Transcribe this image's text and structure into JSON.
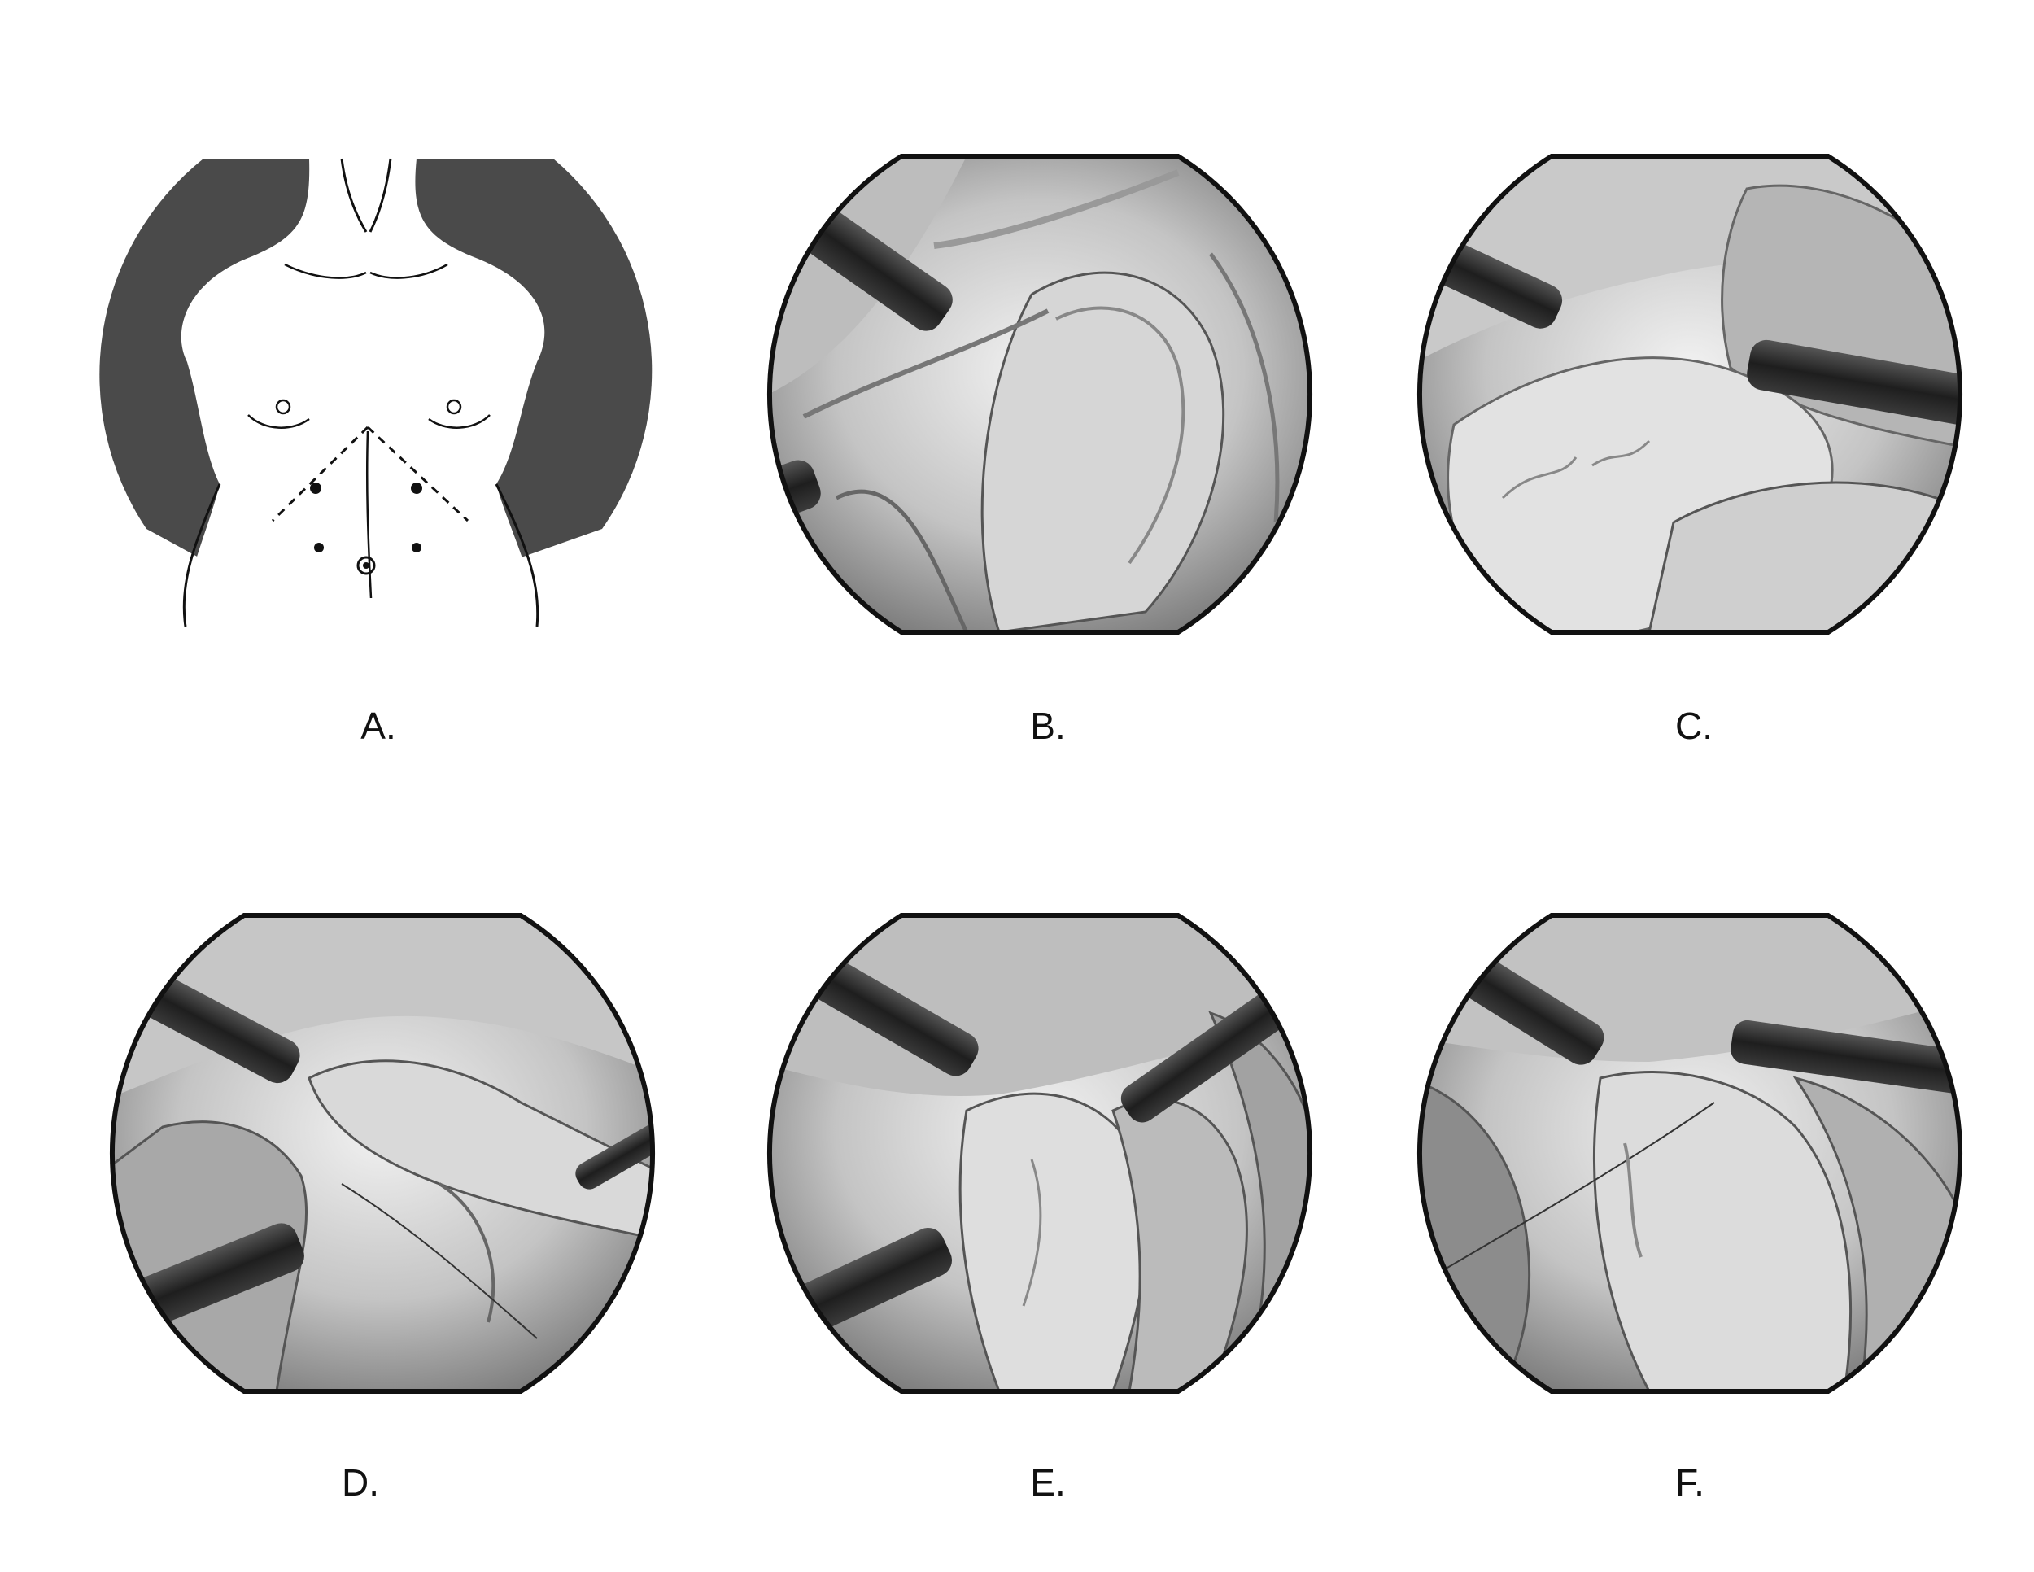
{
  "panels": [
    {
      "id": "A",
      "label": "A."
    },
    {
      "id": "B",
      "label": "B."
    },
    {
      "id": "C",
      "label": "C."
    },
    {
      "id": "D",
      "label": "D."
    },
    {
      "id": "E",
      "label": "E."
    },
    {
      "id": "F",
      "label": "F."
    }
  ],
  "colors": {
    "body_background": "#4a4a4a",
    "view_outline": "#111111",
    "tissue_light": "#e4e4e4",
    "tissue_mid": "#9c9c9c",
    "instrument": "#2a2a2a"
  }
}
